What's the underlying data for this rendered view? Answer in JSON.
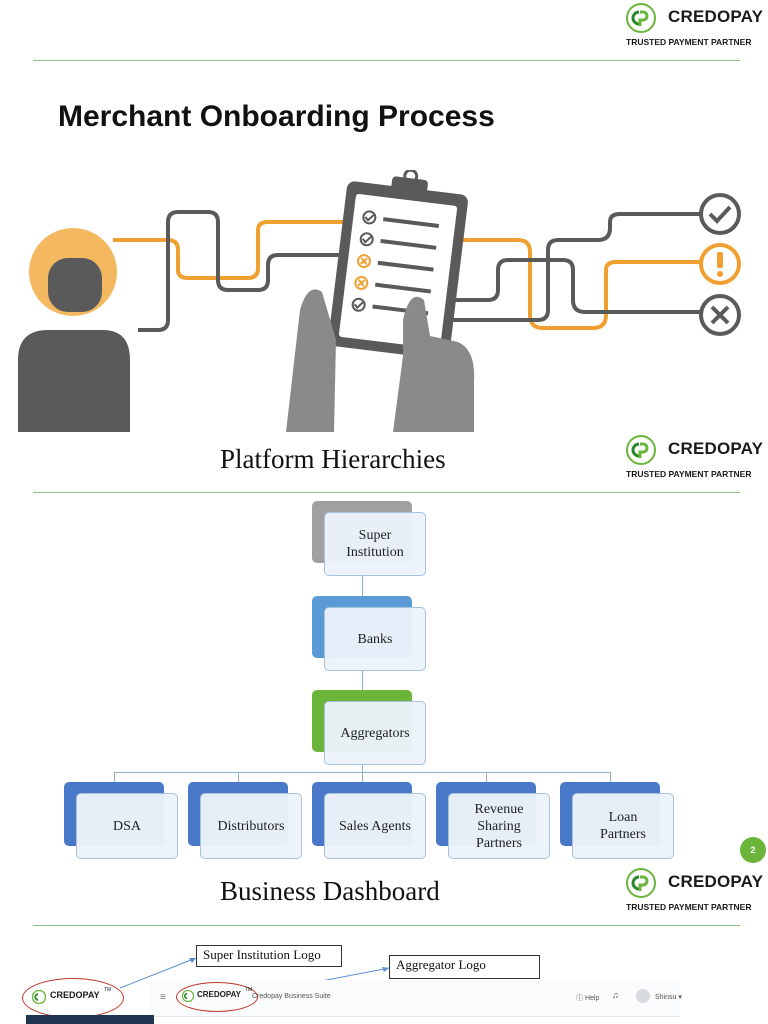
{
  "brand": {
    "name": "CREDOPAY",
    "tagline": "TRUSTED PAYMENT PARTNER",
    "accent": "#6bb53a",
    "dark": "#1a1a1a"
  },
  "slide1": {
    "title": "Merchant Onboarding Process"
  },
  "slide2": {
    "title": "Platform Hierarchies",
    "nodes": {
      "super": "Super\nInstitution",
      "banks": "Banks",
      "aggregators": "Aggregators",
      "dsa": "DSA",
      "distributors": "Distributors",
      "sales_agents": "Sales Agents",
      "revenue": "Revenue\nSharing\nPartners",
      "loan": "Loan\nPartners"
    },
    "page_number": "2"
  },
  "slide3": {
    "title": "Business Dashboard",
    "callout_super": "Super Institution Logo",
    "callout_aggregator": "Aggregator Logo",
    "mini_brand": "CREDOPAY",
    "mini_tm": "TM",
    "suite_text": "Credopay Business Suite",
    "help_label": "Help",
    "user_label": "Shinsu",
    "colors": {
      "orange": "#f0a030",
      "grey": "#5a5a5a",
      "accent_green": "#6bb53a",
      "node_blue": "#4a78c8",
      "node_green": "#6bb53a"
    }
  }
}
